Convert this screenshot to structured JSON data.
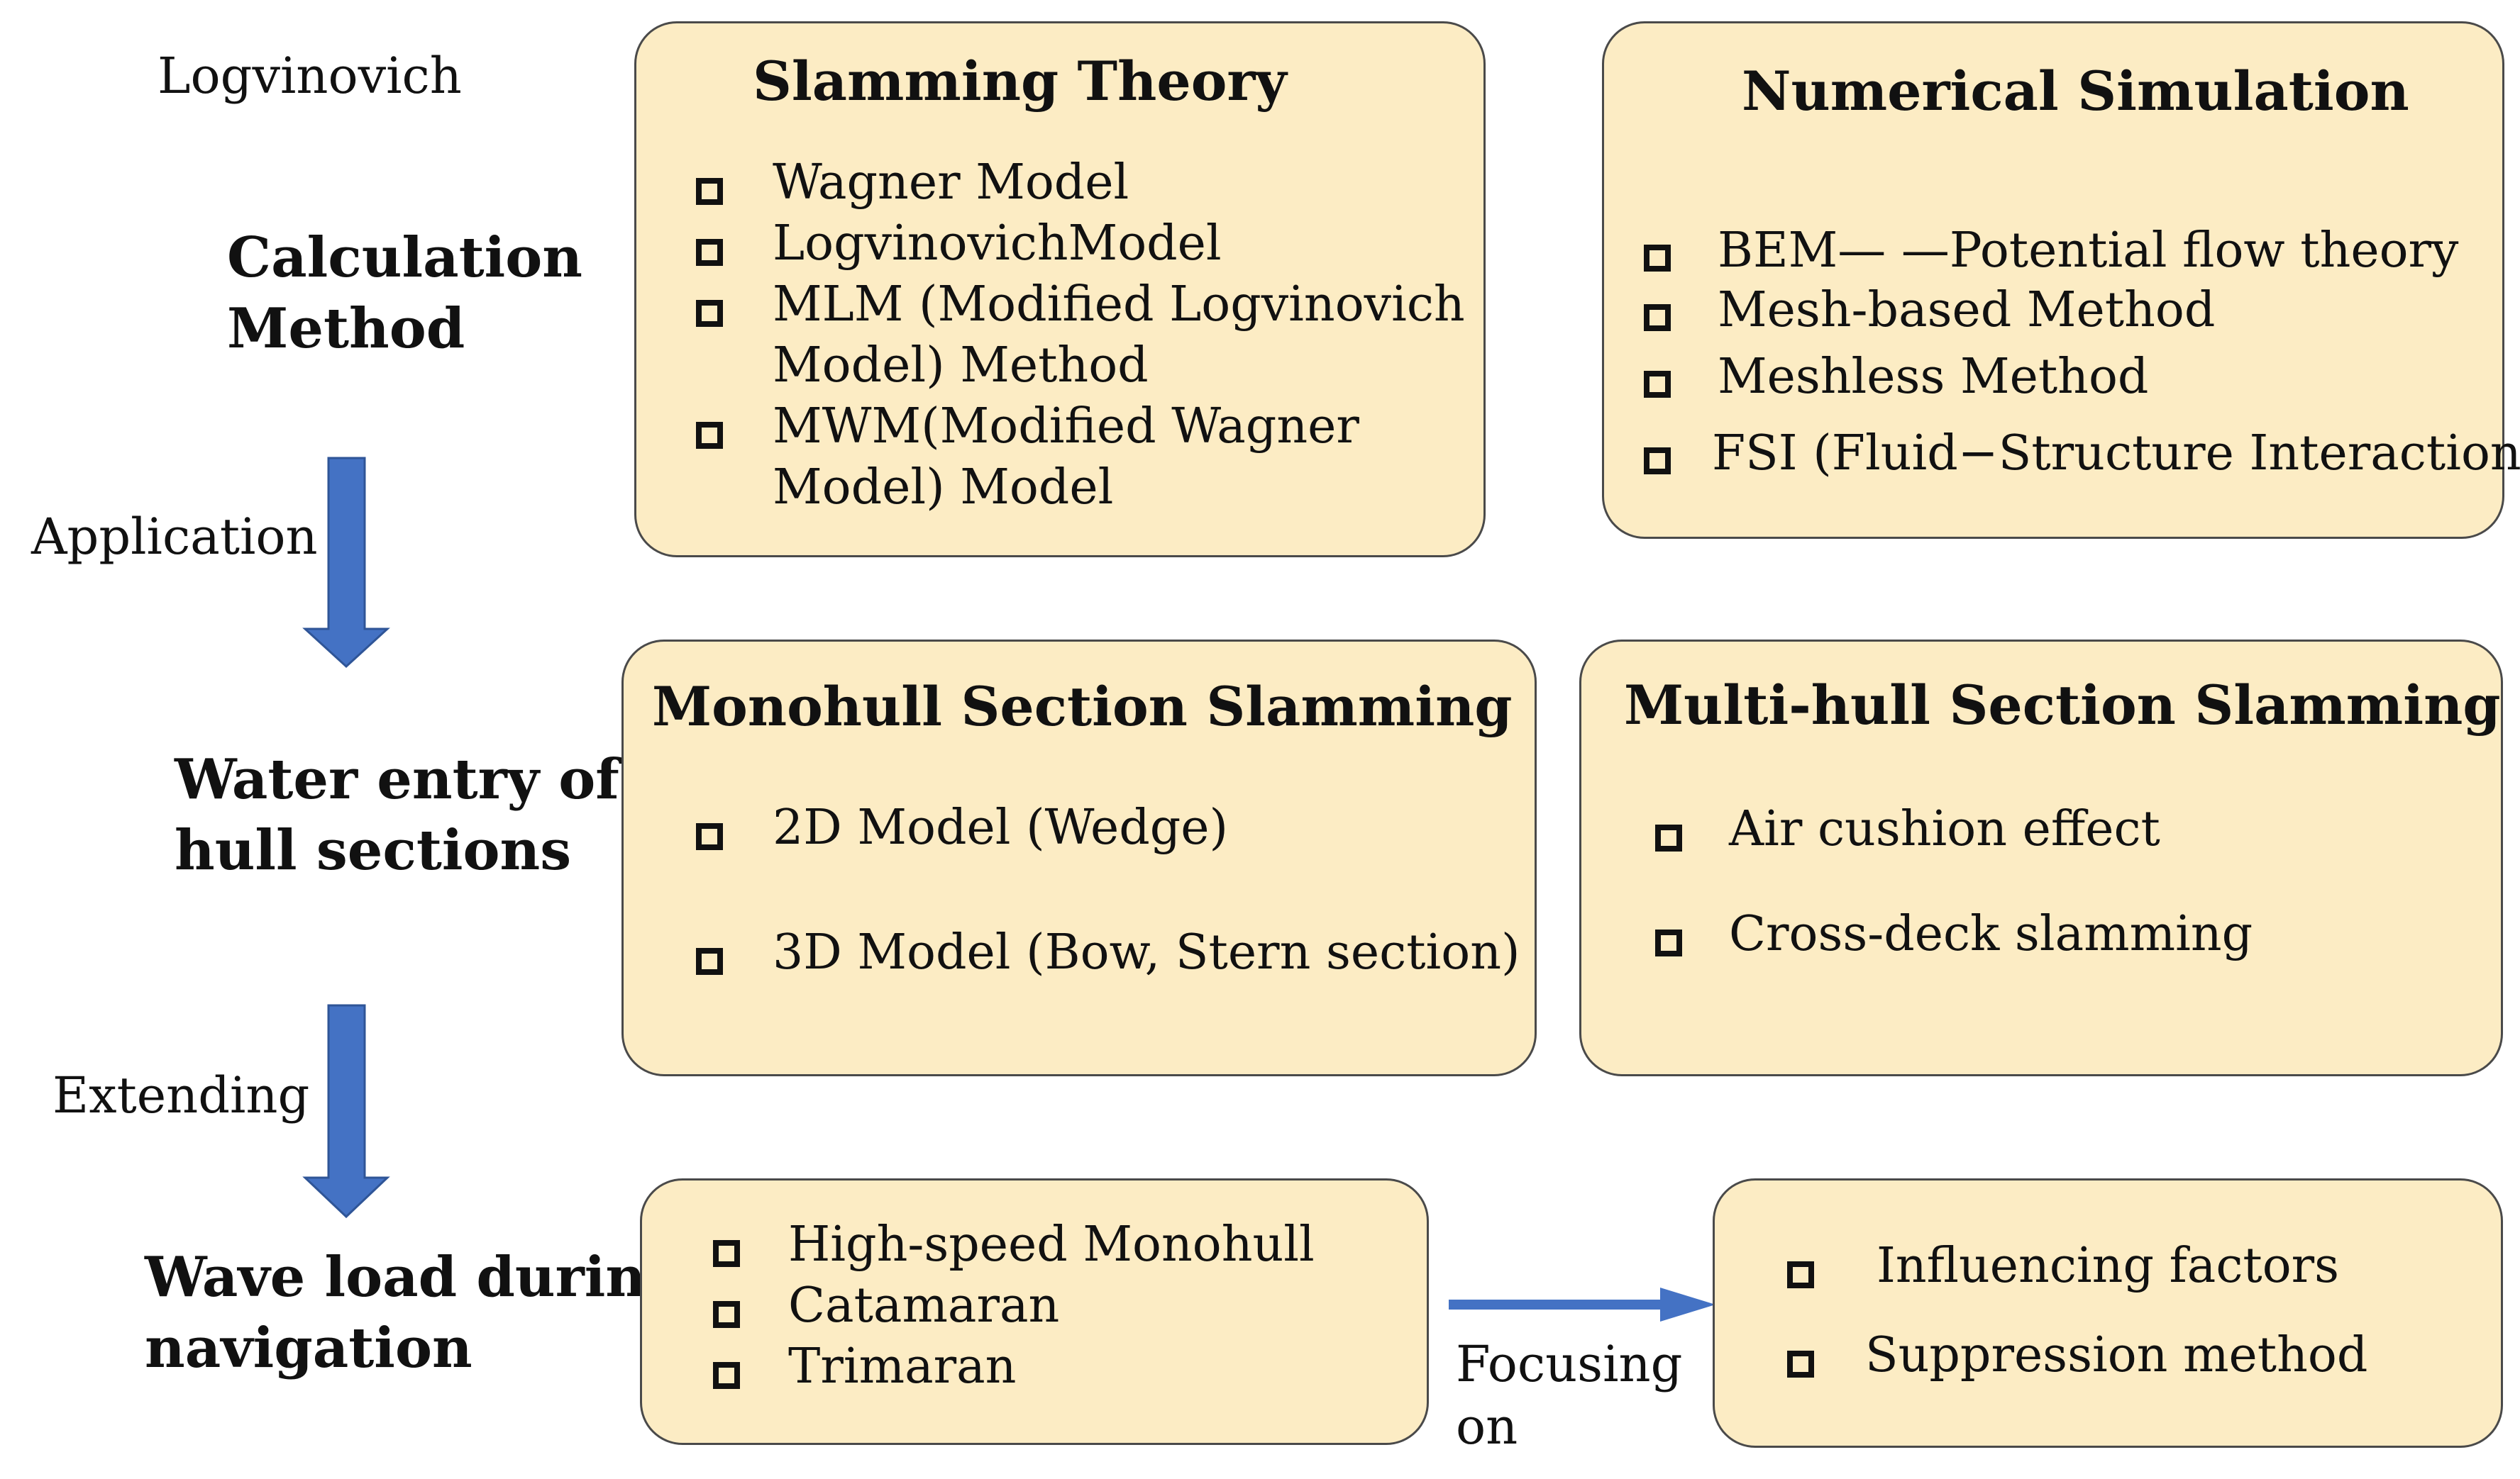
{
  "left_labels": {
    "logvinovich": "Logvinovich",
    "calculation_method": [
      "Calculation",
      "Method"
    ],
    "application": "Application",
    "water_entry": [
      "Water entry of",
      "hull sections"
    ],
    "extending": "Extending",
    "wave_load": [
      "Wave load during",
      "navigation"
    ]
  },
  "boxes": {
    "slamming_theory": {
      "title": "Slamming Theory",
      "items": [
        [
          "Wagner Model"
        ],
        [
          "LogvinovichModel"
        ],
        [
          "MLM (Modified Logvinovich",
          "Model) Method"
        ],
        [
          "MWM(Modified Wagner",
          "Model) Model"
        ]
      ]
    },
    "numerical_simulation": {
      "title": "Numerical Simulation",
      "items": [
        "BEM— —Potential flow theory",
        "Mesh-based Method",
        "Meshless Method",
        "FSI (Fluid−Structure Interaction)"
      ]
    },
    "monohull": {
      "title": "Monohull  Section Slamming",
      "items": [
        "2D Model (Wedge)",
        "3D Model (Bow, Stern section)"
      ]
    },
    "multihull": {
      "title": "Multi-hull Section Slamming",
      "items": [
        "Air cushion effect",
        "Cross-deck slamming"
      ]
    },
    "vessels": {
      "items": [
        "High-speed Monohull",
        "Catamaran",
        "Trimaran"
      ]
    },
    "focus": {
      "items": [
        "Influencing factors",
        "Suppression method"
      ]
    }
  },
  "focusing_label": [
    "Focusing",
    "on"
  ],
  "colors": {
    "box_fill": "#fcecc4",
    "box_border": "#4a4a4a",
    "arrow": "#4472c4"
  }
}
